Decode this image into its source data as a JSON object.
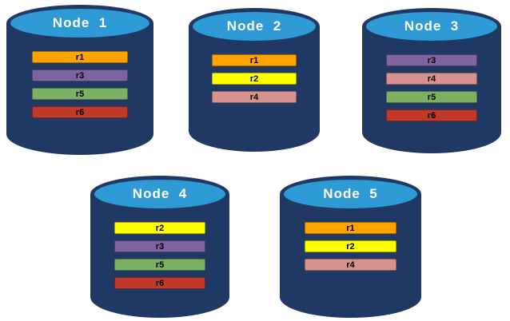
{
  "colors": {
    "cylinder_body": "#1f3864",
    "cylinder_top": "#2e9ad6",
    "title_text": "#ffffff",
    "replica_colors": {
      "r1": "#ffa300",
      "r2": "#ffff00",
      "r3": "#8064a2",
      "r4": "#d9938e",
      "r5": "#7cb063",
      "r6": "#c0392b"
    }
  },
  "nodes": [
    {
      "label": "Node  1",
      "replicas": [
        "r1",
        "r3",
        "r5",
        "r6"
      ]
    },
    {
      "label": "Node  2",
      "replicas": [
        "r1",
        "r2",
        "r4"
      ]
    },
    {
      "label": "Node  3",
      "replicas": [
        "r3",
        "r4",
        "r5",
        "r6"
      ]
    },
    {
      "label": "Node  4",
      "replicas": [
        "r2",
        "r3",
        "r5",
        "r6"
      ]
    },
    {
      "label": "Node  5",
      "replicas": [
        "r1",
        "r2",
        "r4"
      ]
    }
  ]
}
